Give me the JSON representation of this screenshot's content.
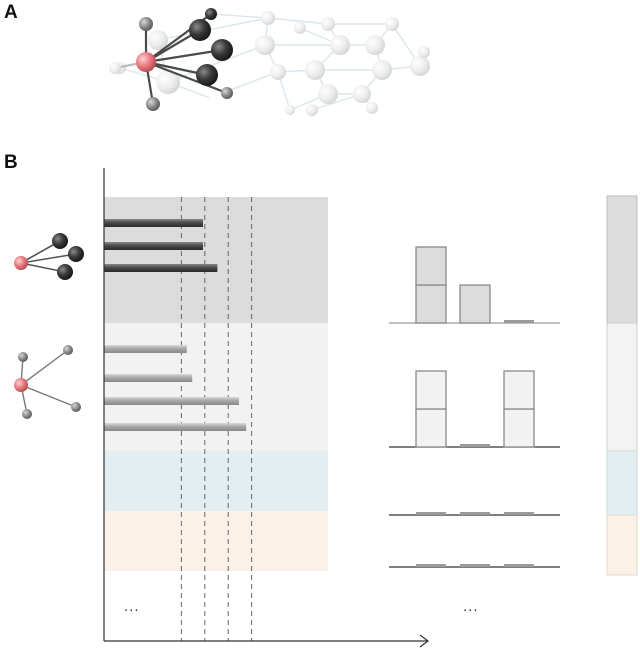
{
  "panels": {
    "a_label": "A",
    "b_label": "B"
  },
  "ellipsis": {
    "left": "...",
    "right": "..."
  },
  "colors": {
    "group1_band": "#dcdcdc",
    "group2_band": "#f2f2f2",
    "group3_band": "#e2eef1",
    "group4_band": "#fcf1e7",
    "center_atom": "#e8777c",
    "dark_atom": "#3a3a3a",
    "grey_atom": "#8a8a8a",
    "faded_atom": "#e6e6e6"
  },
  "groups": [
    {
      "id": "group-1",
      "band_color": "#dcdcdc",
      "bars": [
        0.55,
        0.55,
        0.63
      ]
    },
    {
      "id": "group-2",
      "band_color": "#f2f2f2",
      "bars": [
        0.46,
        0.49,
        0.75,
        0.79
      ]
    },
    {
      "id": "group-3",
      "band_color": "#e2eef1",
      "bars": []
    },
    {
      "id": "group-4",
      "band_color": "#fcf1e7",
      "bars": []
    }
  ],
  "thresholds": [
    0.43,
    0.56,
    0.69,
    0.82
  ],
  "histograms": [
    {
      "id": "hist-1",
      "heights": [
        2,
        1,
        0
      ]
    },
    {
      "id": "hist-2",
      "heights": [
        2,
        0,
        2
      ]
    },
    {
      "id": "hist-3",
      "heights": [
        0,
        0,
        0
      ]
    },
    {
      "id": "hist-4",
      "heights": [
        0,
        0,
        0
      ]
    }
  ]
}
